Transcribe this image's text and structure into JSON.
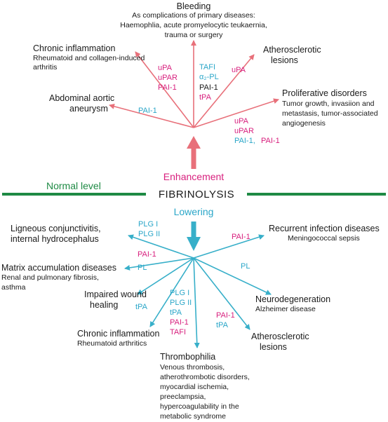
{
  "center": {
    "label": "FIBRINOLYSIS",
    "enhancement": "Enhancement",
    "normal": "Normal level",
    "lowering": "Lowering"
  },
  "colors": {
    "enhancement_arrows": "#e8707a",
    "lowering_arrows": "#37afc9",
    "baseline": "#1e8a44",
    "pink_text": "#d8207e",
    "blue_text": "#2aa6c8"
  },
  "top": {
    "bleeding": {
      "title": "Bleeding",
      "lines": [
        "As complications of primary diseases:",
        "Haemophlia, acute promyelocytic teukaernia,",
        "trauma or surgery"
      ]
    },
    "chronic": {
      "title": "Chronic inflammation",
      "lines": [
        "Rheumatoid and collagen-induced",
        "arthritis"
      ]
    },
    "athero": {
      "lines": [
        "Atherosclerotic",
        "lesions"
      ]
    },
    "aaa": {
      "lines": [
        "Abdominal aortic",
        "aneurysm"
      ]
    },
    "prolif": {
      "title": "Proliferative disorders",
      "lines": [
        "Tumor growth, invasiion and",
        "metastasis, tumor-associated",
        "angiogenesis"
      ]
    },
    "factors": {
      "chronic": [
        "uPA",
        "uPAR",
        "PAI-1"
      ],
      "bleeding_a": "TAFI",
      "bleeding_b": "α₂-PL",
      "bleeding_c": "PAI-1",
      "bleeding_d": "tPA",
      "athero": "uPA",
      "aaa": "PAI-1",
      "prolif_a": "uPA",
      "prolif_b": "uPAR",
      "prolif_c": "PAI-1,",
      "prolif_d": "PAI-1"
    }
  },
  "bottom": {
    "ligneous": {
      "lines": [
        "Ligneous conjunctivitis,",
        "internal hydrocephalus"
      ]
    },
    "recurrent": {
      "title": "Recurrent infection diseases",
      "lines": [
        "Meningococcal sepsis"
      ]
    },
    "matrix": {
      "title": "Matrix accumulation diseases",
      "lines": [
        "Renal and pulmonary fibrosis,",
        "asthma"
      ]
    },
    "wound": {
      "lines": [
        "Impaired wound",
        "healing"
      ]
    },
    "neuro": {
      "title": "Neurodegeneration",
      "lines": [
        "Alzheimer disease"
      ]
    },
    "chronic": {
      "title": "Chronic inflammation",
      "lines": [
        "Rheumatoid arthritics"
      ]
    },
    "athero": {
      "lines": [
        "Atherosclerotic",
        "lesions"
      ]
    },
    "thrombo": {
      "title": "Thrombophilia",
      "lines": [
        "Venous thrombosis,",
        "atherothrombotic disorders,",
        "myocardial ischemia,",
        "preeclampsia,",
        "hypercoagulability in the",
        "metabolic syndrome"
      ]
    },
    "factors": {
      "ligneous": [
        "PLG I",
        "PLG II"
      ],
      "recurrent": "PAI-1",
      "matrix_pai": "PAI-1",
      "matrix_pl": "PL",
      "neuro": "PL",
      "wound": "tPA",
      "thrombo_blue": [
        "PLG I",
        "PLG II",
        "tPA"
      ],
      "thrombo_pink": [
        "PAI-1",
        "TAFI"
      ],
      "athero_pink": "PAI-1",
      "athero_blue": "tPA"
    }
  }
}
